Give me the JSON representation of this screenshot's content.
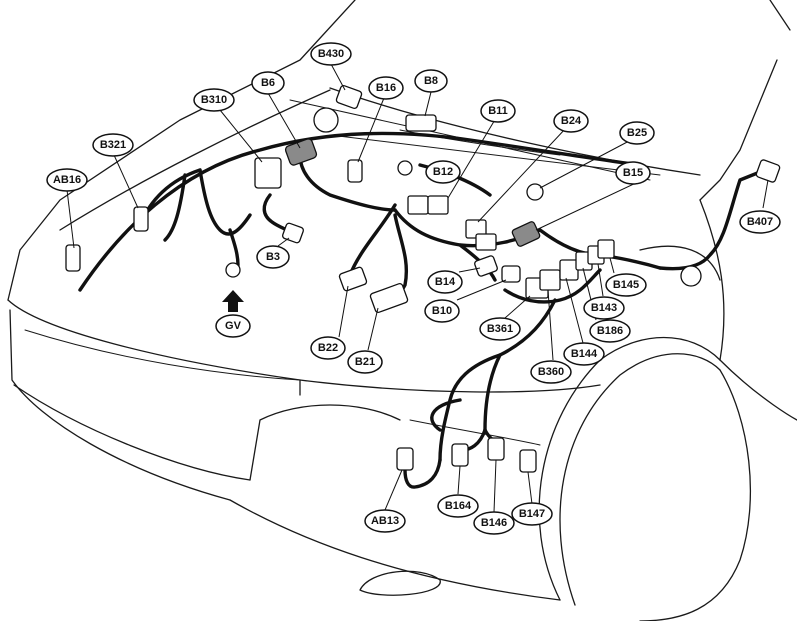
{
  "labels": {
    "b430": "B430",
    "b6": "B6",
    "b310": "B310",
    "b16": "B16",
    "b8": "B8",
    "b11": "B11",
    "b24": "B24",
    "b25": "B25",
    "b321": "B321",
    "ab16": "AB16",
    "b12": "B12",
    "b15": "B15",
    "b407": "B407",
    "b3": "B3",
    "gv": "GV",
    "b14": "B14",
    "b145": "B145",
    "b10": "B10",
    "b143": "B143",
    "b361": "B361",
    "b186": "B186",
    "b22": "B22",
    "b144": "B144",
    "b21": "B21",
    "b360": "B360",
    "ab13": "AB13",
    "b164": "B164",
    "b146": "B146",
    "b147": "B147"
  },
  "colors": {
    "line": "#111111",
    "background": "#ffffff",
    "connector_dark": "#8a8a8a"
  }
}
